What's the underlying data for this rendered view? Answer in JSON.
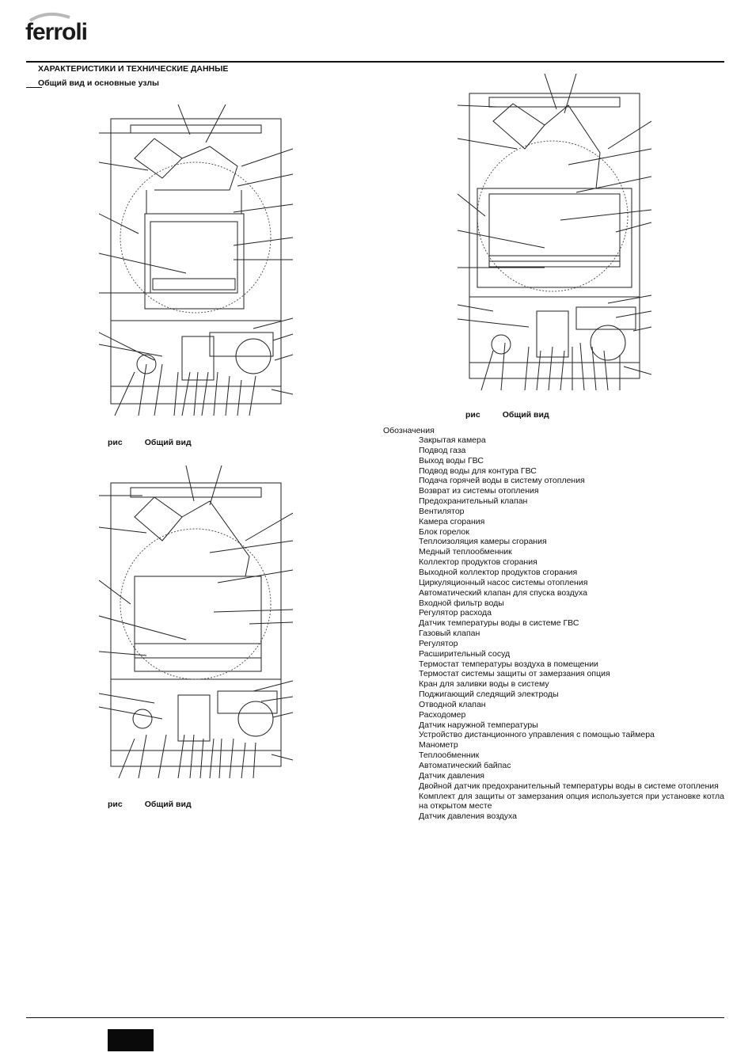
{
  "brand": "ferroli",
  "header": {
    "section_title": "ХАРАКТЕРИСТИКИ И ТЕХНИЧЕСКИЕ ДАННЫЕ",
    "sub_title": "Общий вид и основные узлы"
  },
  "figures": [
    {
      "prefix": "рис",
      "caption": "Общий вид"
    },
    {
      "prefix": "рис",
      "caption": "Общий вид"
    },
    {
      "prefix": "рис",
      "caption": "Общий вид"
    }
  ],
  "legend": {
    "heading": "Обозначения",
    "items": [
      "Закрытая камера",
      "Подвод газа",
      "Выход воды ГВС",
      "Подвод воды для контура ГВС",
      "Подача горячей воды в систему отопления",
      "Возврат из системы отопления",
      "Предохранительный клапан",
      "Вентилятор",
      "Камера сгорания",
      "Блок горелок",
      "Теплоизоляция камеры сгорания",
      "Медный теплообменник",
      "Коллектор продуктов сгорания",
      "Выходной коллектор продуктов сгорания",
      "Циркуляционный насос системы отопления",
      "Автоматический клапан для спуска воздуха",
      "Входной фильтр воды",
      "Регулятор расхода",
      "Датчик температуры воды в системе ГВС",
      "Газовый клапан",
      "Регулятор",
      "Расширительный сосуд",
      "Термостат температуры воздуха в помещении",
      "Термостат системы защиты от замерзания   опция",
      "Кран для заливки воды в систему",
      "Поджигающий   следящий электроды",
      "Отводной клапан",
      "Расходомер",
      "Датчик наружной температуры",
      "Устройство дистанционного управления с помощью таймера",
      "Манометр",
      "Теплообменник",
      "Автоматический байпас",
      "Датчик давления",
      "Двойной  датчик  предохранительный    температуры воды в системе отопления",
      "Комплект для защиты от замерзания  опция  используется при установке котла на открытом месте",
      "Датчик давления воздуха"
    ]
  }
}
